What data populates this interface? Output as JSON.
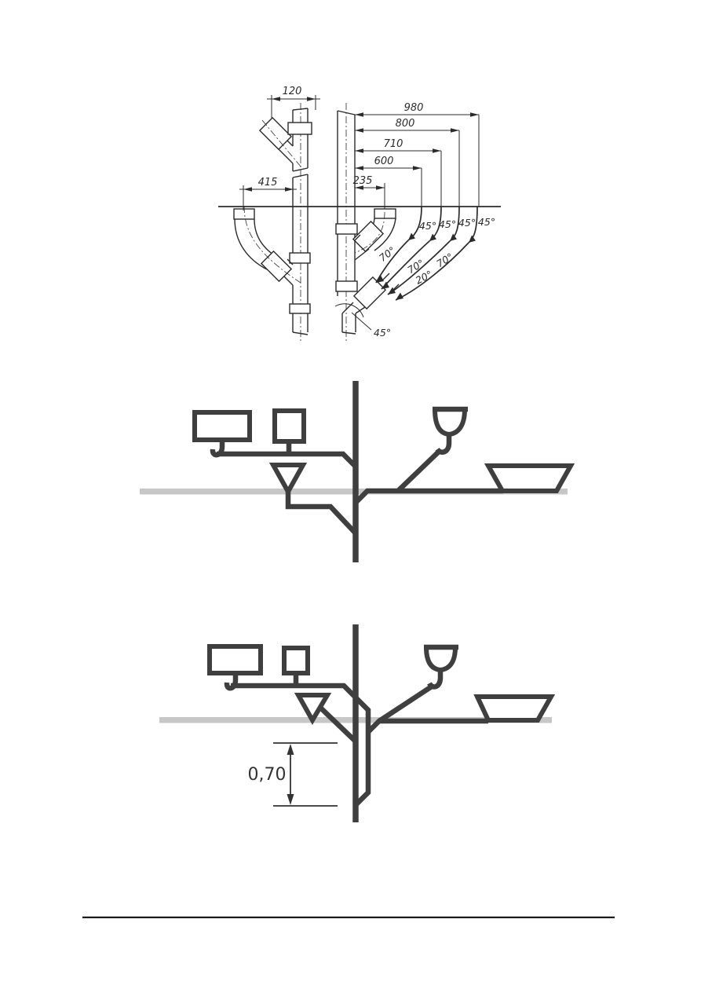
{
  "top_drawing": {
    "dims": {
      "branch_offset": "120",
      "left_branch": "415",
      "b235": "235",
      "b600": "600",
      "b710": "710",
      "b800": "800",
      "b980": "980"
    },
    "bend_labels": [
      "45°",
      "45°",
      "45°",
      "45°"
    ],
    "swing_labels": [
      "70°",
      "70°",
      "20°",
      "70°"
    ],
    "outlet_angle": "45°"
  },
  "bottom_drawing": {
    "offset_depth": "0,70"
  },
  "colors": {
    "drawing_ink": "#2b2b2b",
    "schematic_ink": "#3f3f3f",
    "floor_band": "#c7c7c7"
  }
}
